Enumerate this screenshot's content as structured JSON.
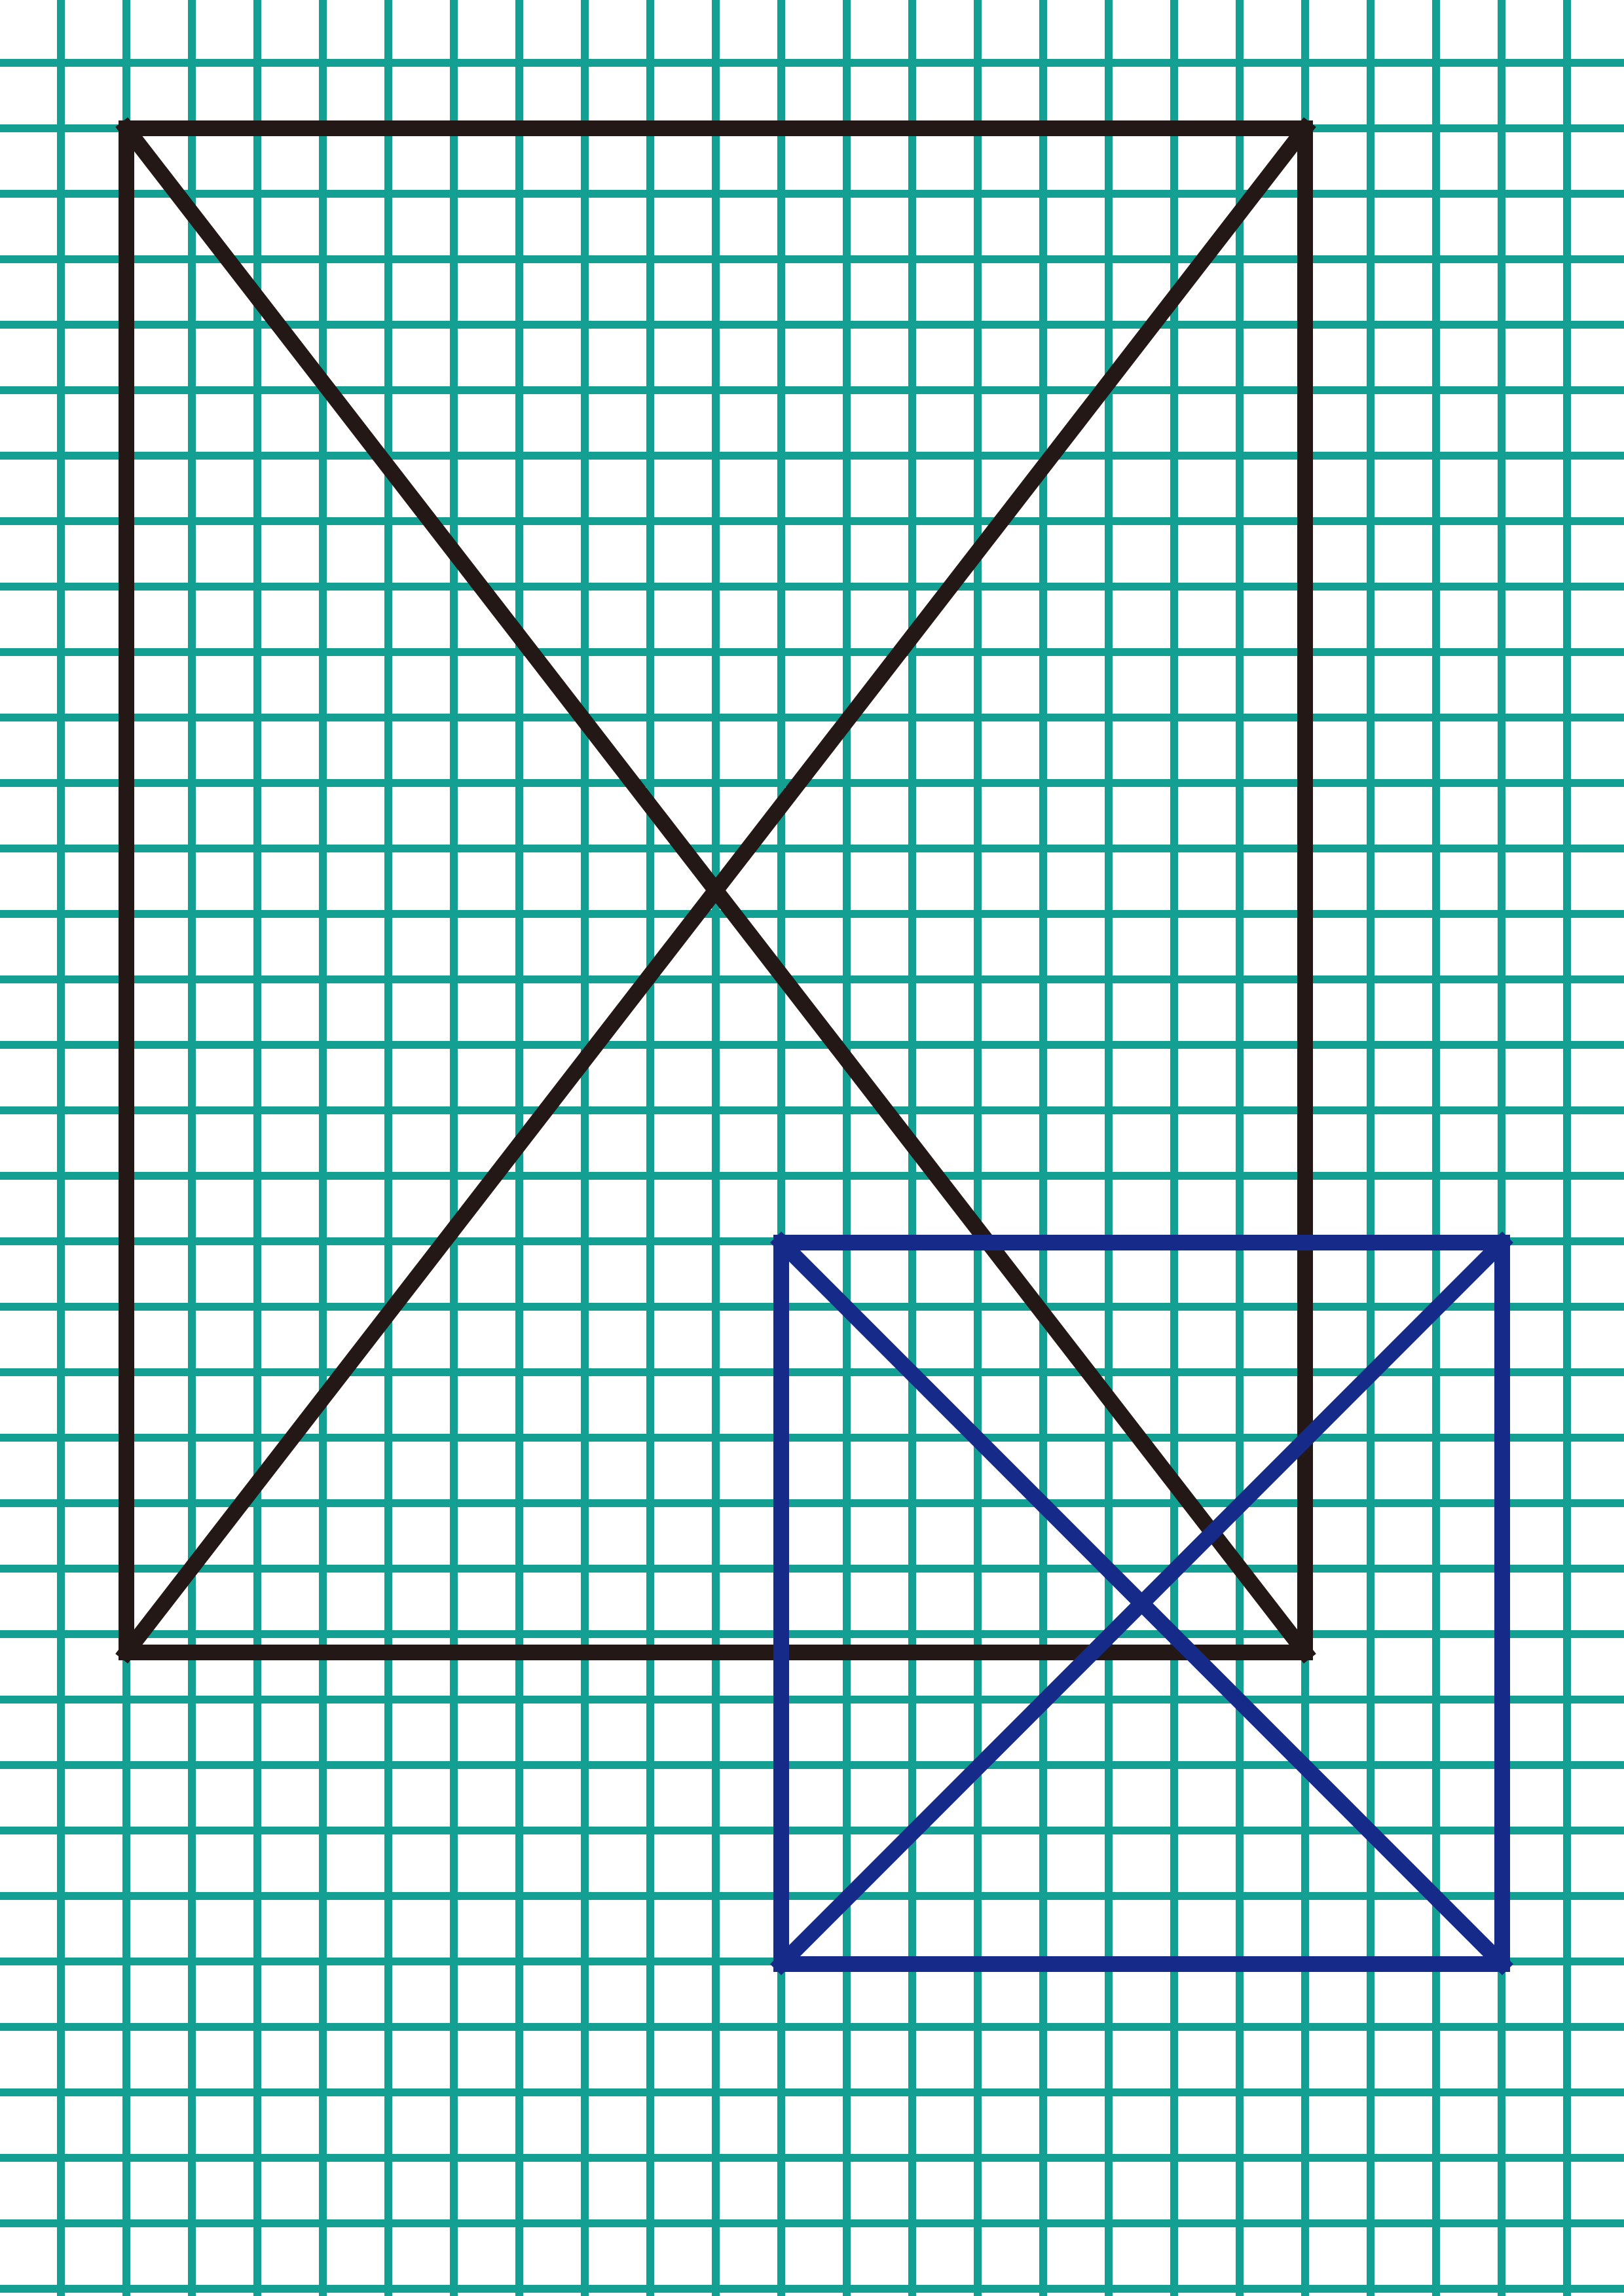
{
  "colors": {
    "background": "#ffffff",
    "grid": "#13a093",
    "black_figure": "#231815",
    "blue_figure": "#162a8a"
  },
  "grid": {
    "cell_count_x": 24,
    "cell_count_y": 35
  },
  "figures": {
    "black_rectangle": {
      "shape": "rectangle with both diagonals",
      "color_key": "black_figure",
      "cells_wide": 18,
      "cells_tall": 23
    },
    "blue_square": {
      "shape": "square with both diagonals",
      "color_key": "blue_figure",
      "cells_wide": 11,
      "cells_tall": 11
    }
  }
}
